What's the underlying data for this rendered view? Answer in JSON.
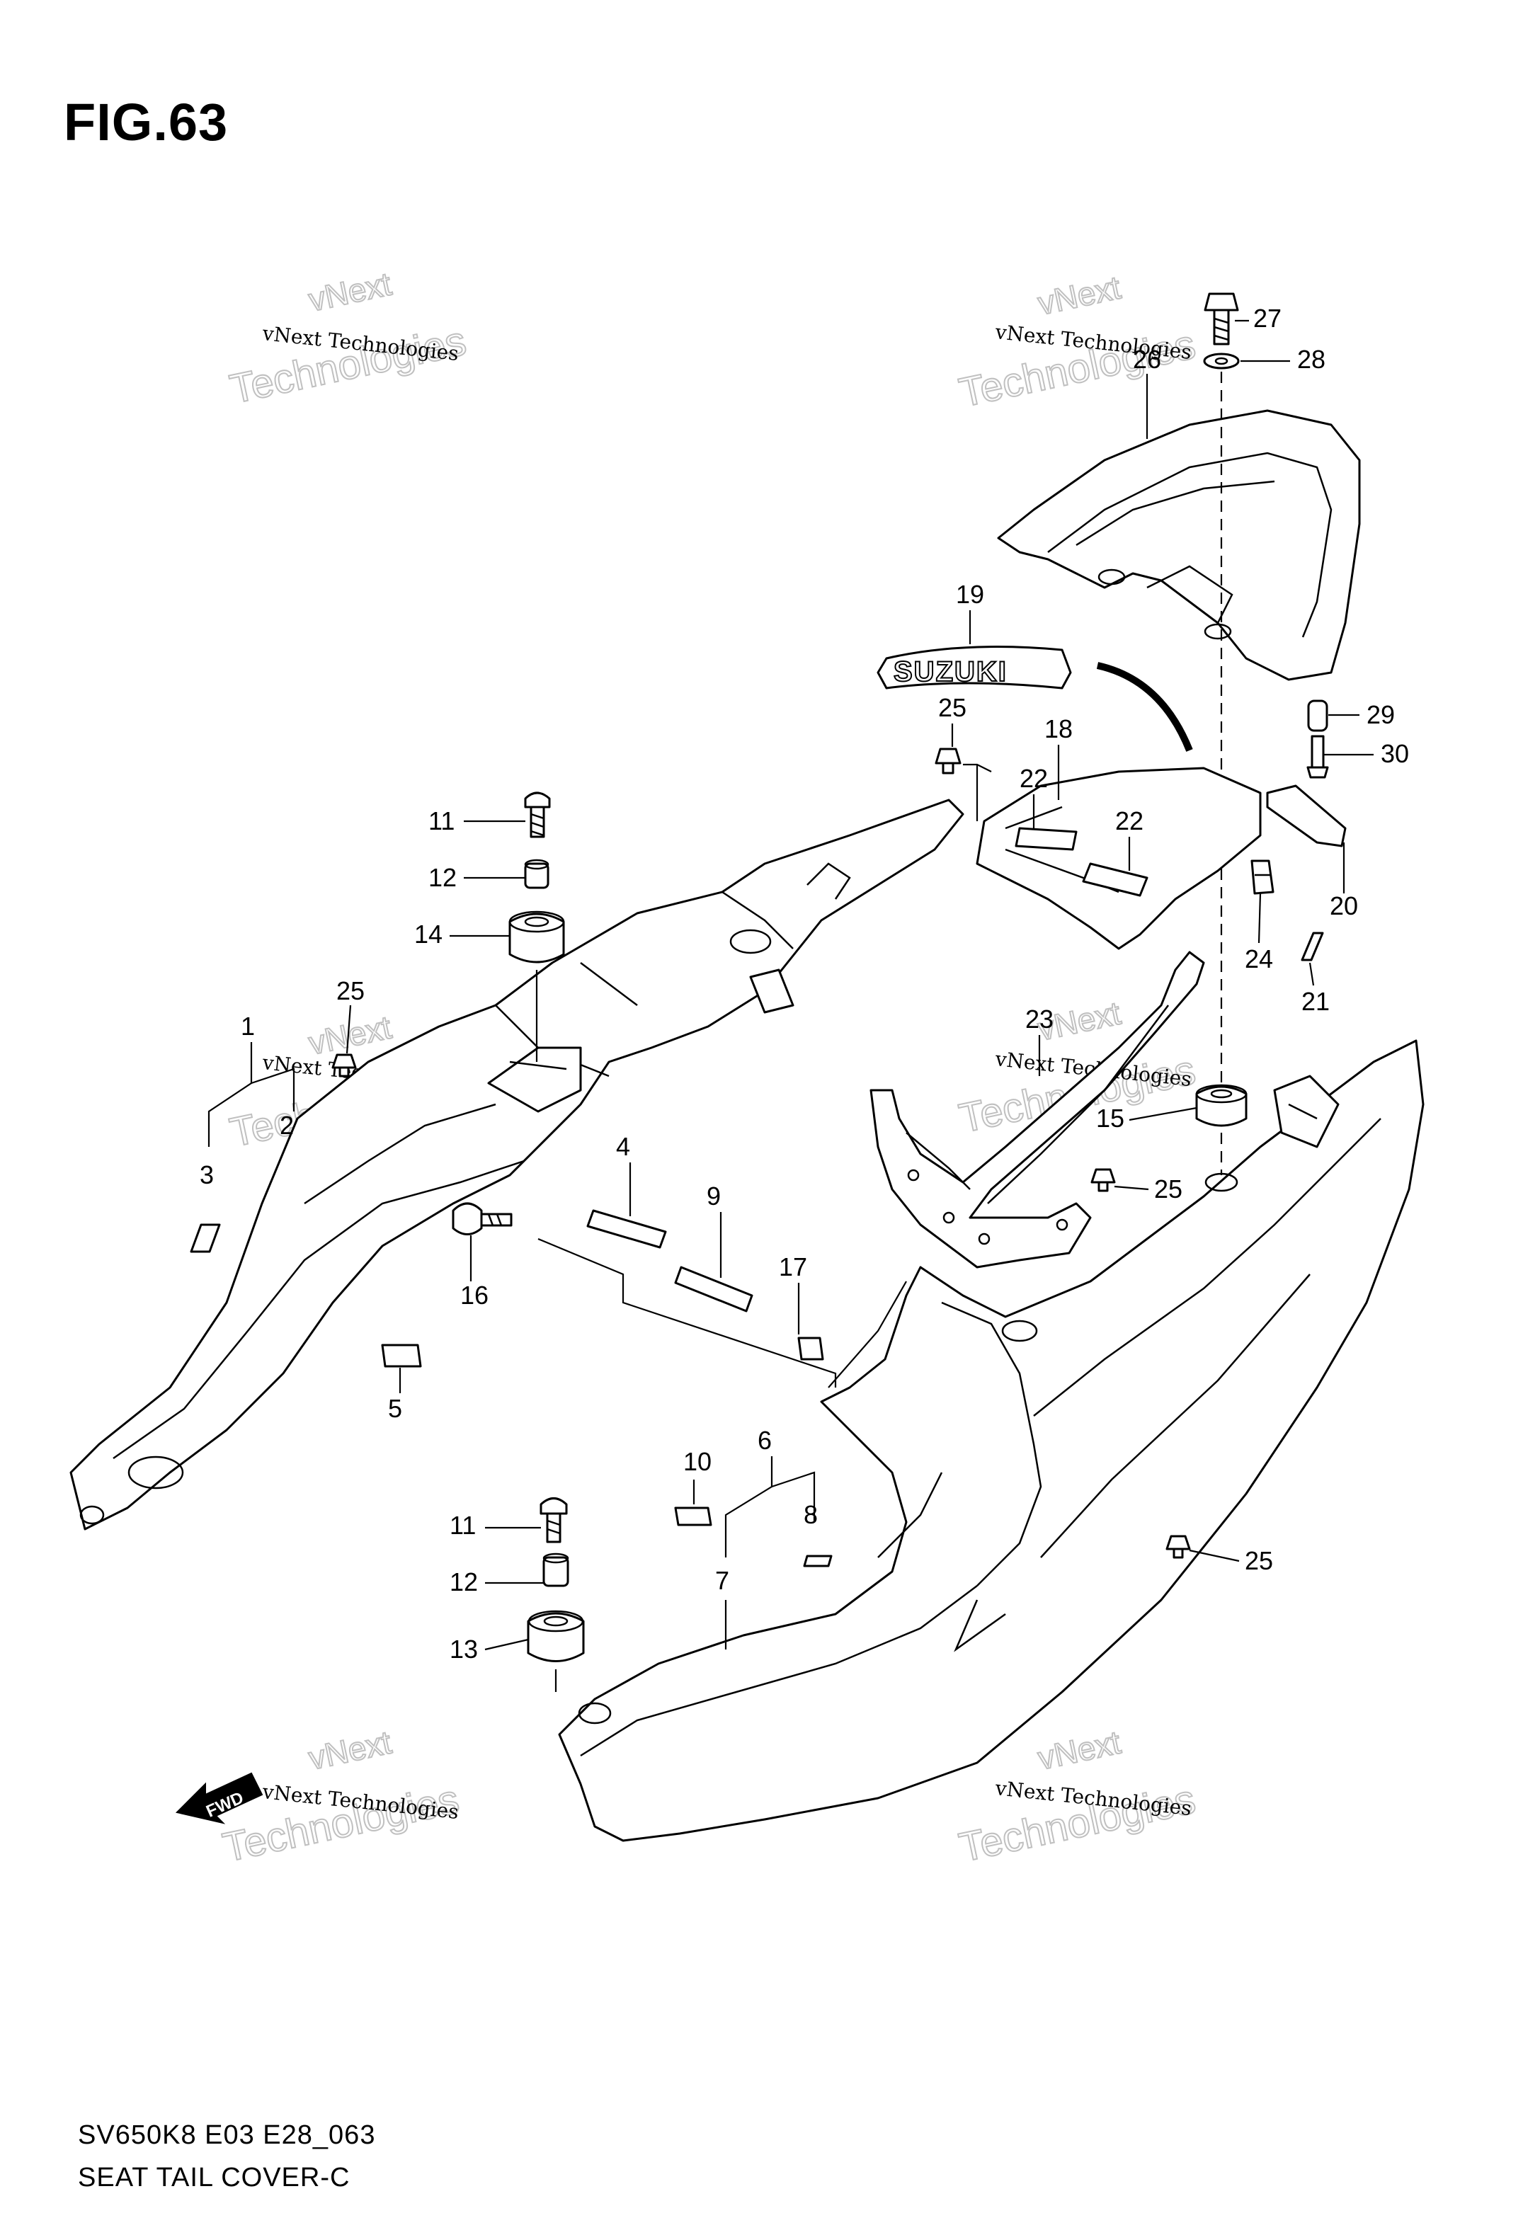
{
  "figure": {
    "title": "FIG.63",
    "model_code": "SV650K8 E03 E28_063",
    "caption": "SEAT TAIL COVER-C",
    "brand_text": "SUZUKI",
    "fwd_label": "FWD"
  },
  "watermark": {
    "line": "vNext Technologies",
    "big": "Technologies",
    "small": "vNext"
  },
  "callouts": {
    "c1": "1",
    "c2": "2",
    "c3": "3",
    "c4": "4",
    "c5": "5",
    "c6": "6",
    "c7": "7",
    "c8": "8",
    "c9": "9",
    "c10": "10",
    "c11a": "11",
    "c11b": "11",
    "c12a": "12",
    "c12b": "12",
    "c13": "13",
    "c14": "14",
    "c15": "15",
    "c16": "16",
    "c17": "17",
    "c18": "18",
    "c19": "19",
    "c20": "20",
    "c21": "21",
    "c22a": "22",
    "c22b": "22",
    "c23": "23",
    "c24": "24",
    "c25a": "25",
    "c25b": "25",
    "c25c": "25",
    "c25d": "25",
    "c26": "26",
    "c27": "27",
    "c28": "28",
    "c29": "29",
    "c30": "30"
  },
  "colors": {
    "ink": "#000000",
    "paper": "#ffffff",
    "watermark": "#c8c8c8"
  }
}
